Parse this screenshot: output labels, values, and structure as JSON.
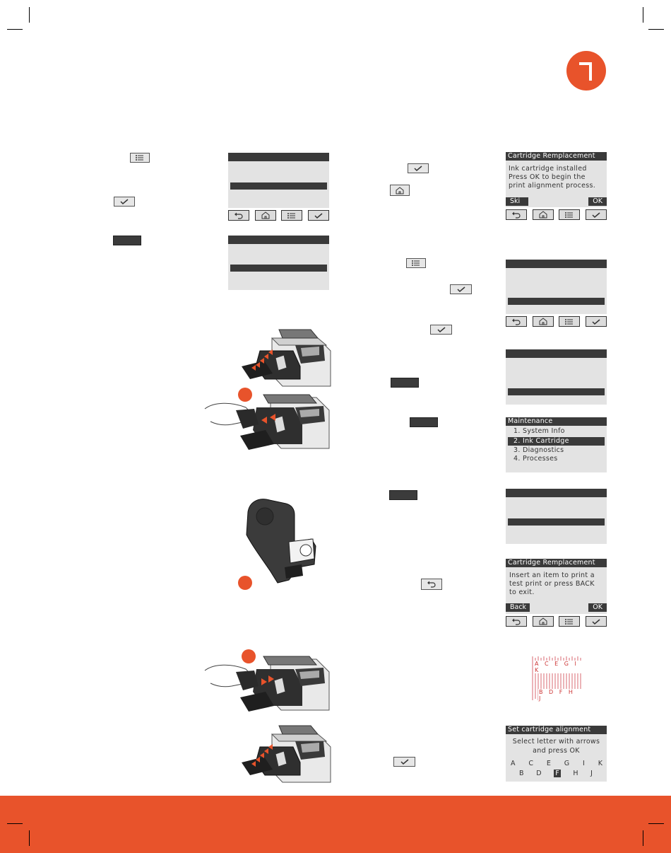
{
  "screens": {
    "cartridge_installed": {
      "title": "Cartridge Remplacement",
      "lines": [
        "Ink cartridge installed",
        "Press OK to begin the",
        "print alignment process."
      ],
      "left_soft_key": "Ski",
      "right_soft_key": "OK"
    },
    "maintenance": {
      "title": "Maintenance",
      "items": [
        "1. System Info",
        "2. Ink Cartridge",
        "3. Diagnostics",
        "4. Processes"
      ],
      "selected_index": 1
    },
    "insert_item": {
      "title": "Cartridge Remplacement",
      "lines": [
        "Insert an item to print a",
        "test print or press BACK",
        "to exit."
      ],
      "left_soft_key": "Back",
      "right_soft_key": "OK"
    },
    "set_alignment": {
      "title": "Set cartridge alignment",
      "lines": [
        "Select letter with arrows",
        "and press OK"
      ],
      "row1": [
        "A",
        "C",
        "E",
        "G",
        "I",
        "K"
      ],
      "row2": [
        "B",
        "D",
        "F",
        "H",
        "J"
      ],
      "selected_letter": "F"
    }
  },
  "alignment_sample": {
    "top_letters": "A C E G I K",
    "bottom_letters": "B D F H J"
  },
  "icons": {
    "back": "back-arrow-icon",
    "home": "home-icon",
    "menu": "menu-list-icon",
    "ok": "checkmark-icon"
  },
  "colors": {
    "accent": "#e8532b",
    "screen_bg": "#e3e3e3",
    "screen_bar": "#3a3a3a"
  }
}
